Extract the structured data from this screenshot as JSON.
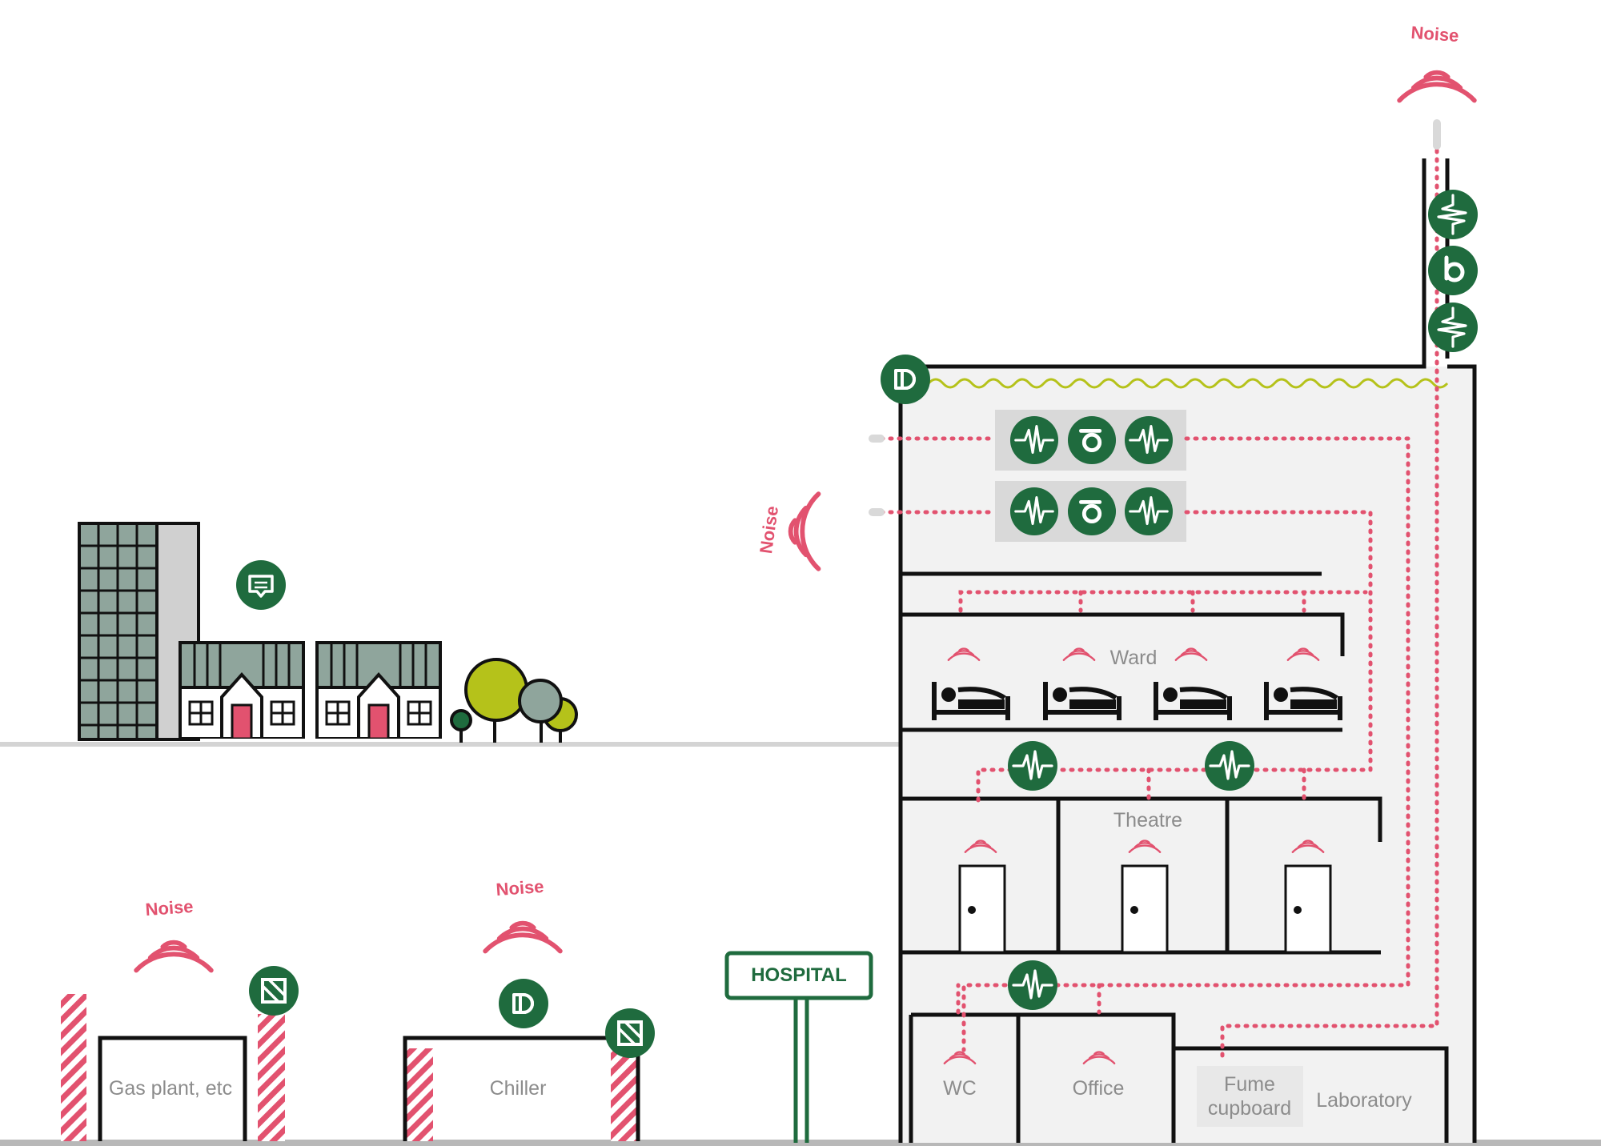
{
  "colors": {
    "noise": "#e2526f",
    "green": "#1f6b3e",
    "lime": "#b5c21a",
    "grey_fill": "#f2f2f2",
    "panel": "#d9d9d9",
    "outline": "#111111",
    "glass": "#8fa59c"
  },
  "labels": {
    "noise": "Noise",
    "ward": "Ward",
    "theatre": "Theatre",
    "wc": "WC",
    "office": "Office",
    "fume_1": "Fume",
    "fume_2": "cupboard",
    "laboratory": "Laboratory",
    "gas_plant": "Gas plant, etc",
    "chiller": "Chiller",
    "hospital_sign": "HOSPITAL"
  },
  "icons": {
    "vibration": "vibration-waveform-icon",
    "fan": "fan-icon",
    "silencer": "silencer-icon",
    "barrier": "acoustic-barrier-icon",
    "comment": "comment-icon",
    "bed": "hospital-bed-icon",
    "door": "door-icon"
  }
}
